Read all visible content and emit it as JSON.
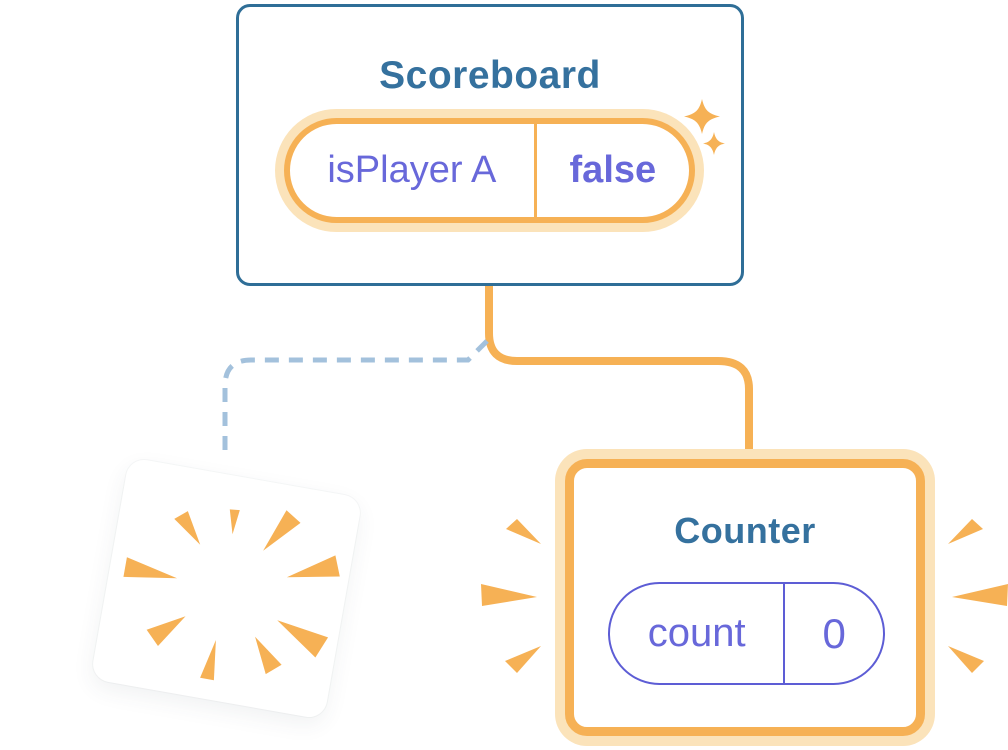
{
  "colors": {
    "orange": "#F6B155",
    "orange-light": "#FBE3BA",
    "purple": "#6868DA",
    "purple-border": "#5D5DD5",
    "teal": "#35719E",
    "card-border": "#2F6E97",
    "dash-blue": "#A3C1DC",
    "background": "#FFFFFF"
  },
  "nodes": {
    "scoreboard": {
      "title": "Scoreboard",
      "state": {
        "key": "isPlayer A",
        "value": "false"
      }
    },
    "counter": {
      "title": "Counter",
      "state": {
        "key": "count",
        "value": "0"
      }
    }
  },
  "icons": {
    "sparkle_large": "sparkle-icon",
    "sparkle_small": "sparkle-icon",
    "burst": "burst-explosion-icon",
    "emphasis_left": "emphasis-lines-icon",
    "emphasis_right": "emphasis-lines-icon"
  }
}
